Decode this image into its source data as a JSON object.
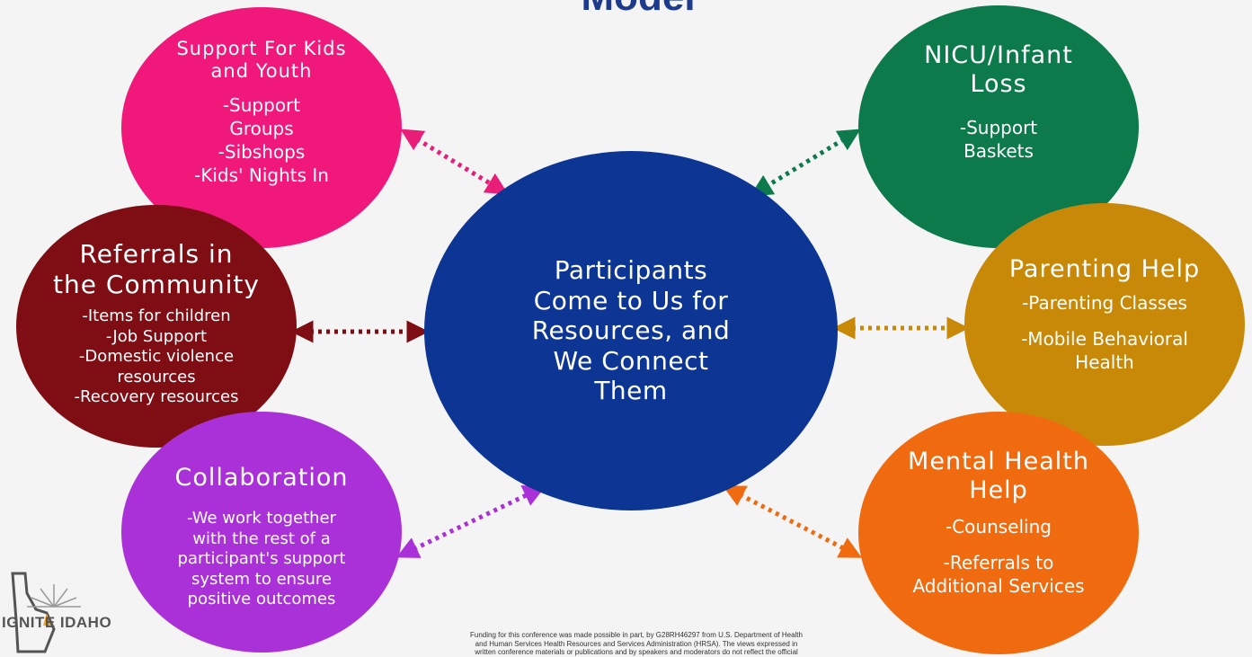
{
  "title": "Model",
  "center": {
    "lines": [
      "Participants",
      "Come to Us for",
      "Resources, and",
      "We Connect",
      "Them"
    ],
    "color": "#0c3594"
  },
  "circles": {
    "kids": {
      "head": [
        "Support For Kids",
        "and Youth"
      ],
      "body": [
        "-Support",
        "Groups",
        "-Sibshops",
        "-Kids' Nights In"
      ],
      "color": "#f0187a"
    },
    "nicu": {
      "head": [
        "NICU/Infant",
        "Loss"
      ],
      "body": [
        "-Support",
        "Baskets"
      ],
      "color": "#0d7a4c"
    },
    "referrals": {
      "head": [
        "Referrals in",
        "the Community"
      ],
      "body": [
        "-Items for children",
        "-Job Support",
        "-Domestic violence",
        "resources",
        "-Recovery resources"
      ],
      "color": "#7e0e14"
    },
    "parenting": {
      "head": [
        "Parenting Help"
      ],
      "body": [
        "-Parenting Classes",
        "-Mobile Behavioral",
        "Health"
      ],
      "color": "#c88908"
    },
    "collab": {
      "head": [
        "Collaboration"
      ],
      "body": [
        "-We work together",
        "with the rest of a",
        "participant's support",
        "system to ensure",
        "positive outcomes"
      ],
      "color": "#aa30d8"
    },
    "mental": {
      "head": [
        "Mental Health",
        "Help"
      ],
      "body": [
        "-Counseling",
        "-Referrals to",
        "Additional Services"
      ],
      "color": "#f06b10"
    }
  },
  "logo": {
    "text": "IGNITE IDAHO"
  },
  "funding": [
    "Funding for this conference was made possible in part, by G28RH46297 from U.S. Department of Health",
    "and Human Services Health Resources and Services Administration (HRSA). The views expressed in",
    "written conference materials or publications and by speakers and moderators do not reflect the official"
  ]
}
